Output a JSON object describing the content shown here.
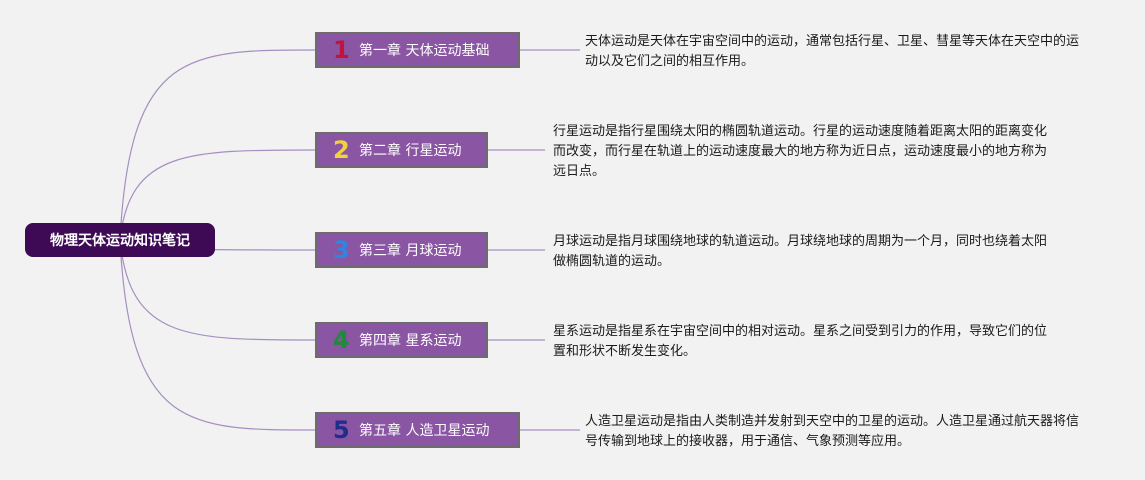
{
  "root": {
    "label": "物理天体运动知识笔记"
  },
  "chapters": [
    {
      "number": "1",
      "title": "第一章 天体运动基础",
      "number_color": "#c0143c",
      "description": "天体运动是天体在宇宙空间中的运动，通常包括行星、卫星、彗星等天体在天空中的运动以及它们之间的相互作用。"
    },
    {
      "number": "2",
      "title": "第二章 行星运动",
      "number_color": "#f2d23a",
      "description": "行星运动是指行星围绕太阳的椭圆轨道运动。行星的运动速度随着距离太阳的距离变化而改变，而行星在轨道上的运动速度最大的地方称为近日点，运动速度最小的地方称为远日点。"
    },
    {
      "number": "3",
      "title": "第三章 月球运动",
      "number_color": "#2e86de",
      "description": "月球运动是指月球围绕地球的轨道运动。月球绕地球的周期为一个月，同时也绕着太阳做椭圆轨道的运动。"
    },
    {
      "number": "4",
      "title": "第四章 星系运动",
      "number_color": "#1f8a3a",
      "description": "星系运动是指星系在宇宙空间中的相对运动。星系之间受到引力的作用，导致它们的位置和形状不断发生变化。"
    },
    {
      "number": "5",
      "title": "第五章 人造卫星运动",
      "number_color": "#1f2e8c",
      "description": "人造卫星运动是指由人类制造并发射到天空中的卫星的运动。人造卫星通过航天器将信号传输到地球上的接收器，用于通信、气象预测等应用。"
    }
  ],
  "colors": {
    "root_bg": "#3f0a55",
    "chapter_bg": "#8a55a3",
    "connector": "#a58fc0"
  }
}
